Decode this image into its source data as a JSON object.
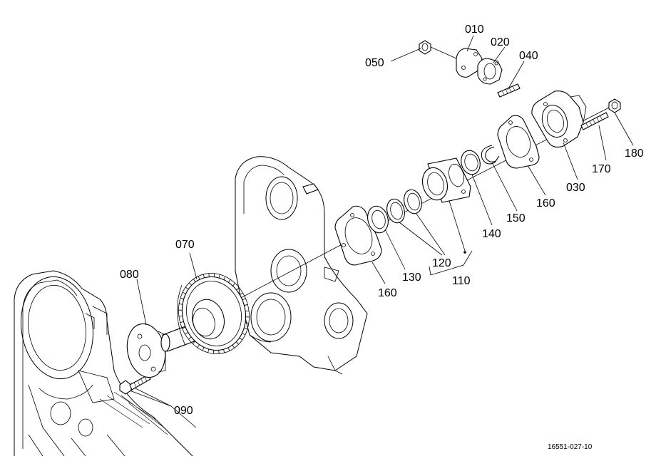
{
  "drawing_code": "16551-027-10",
  "callouts": {
    "p010": "010",
    "p020": "020",
    "p030": "030",
    "p040": "040",
    "p050": "050",
    "p070": "070",
    "p080": "080",
    "p090": "090",
    "p110": "110",
    "p120": "120",
    "p130": "130",
    "p140": "140",
    "p150": "150",
    "p160a": "160",
    "p160b": "160",
    "p170": "170",
    "p180": "180"
  }
}
